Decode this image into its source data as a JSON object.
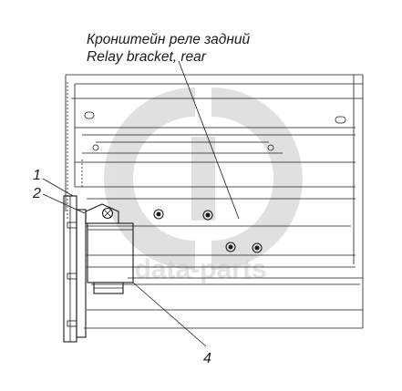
{
  "callout": {
    "line1": "Кронштейн реле задний",
    "line2": "Relay bracket, rear"
  },
  "labels": {
    "n1": "1",
    "n2": "2",
    "n4": "4"
  },
  "watermark": {
    "text": "data-parts",
    "color": "#cfcfcf"
  },
  "colors": {
    "stroke": "#1a1a1a",
    "background": "#ffffff"
  }
}
